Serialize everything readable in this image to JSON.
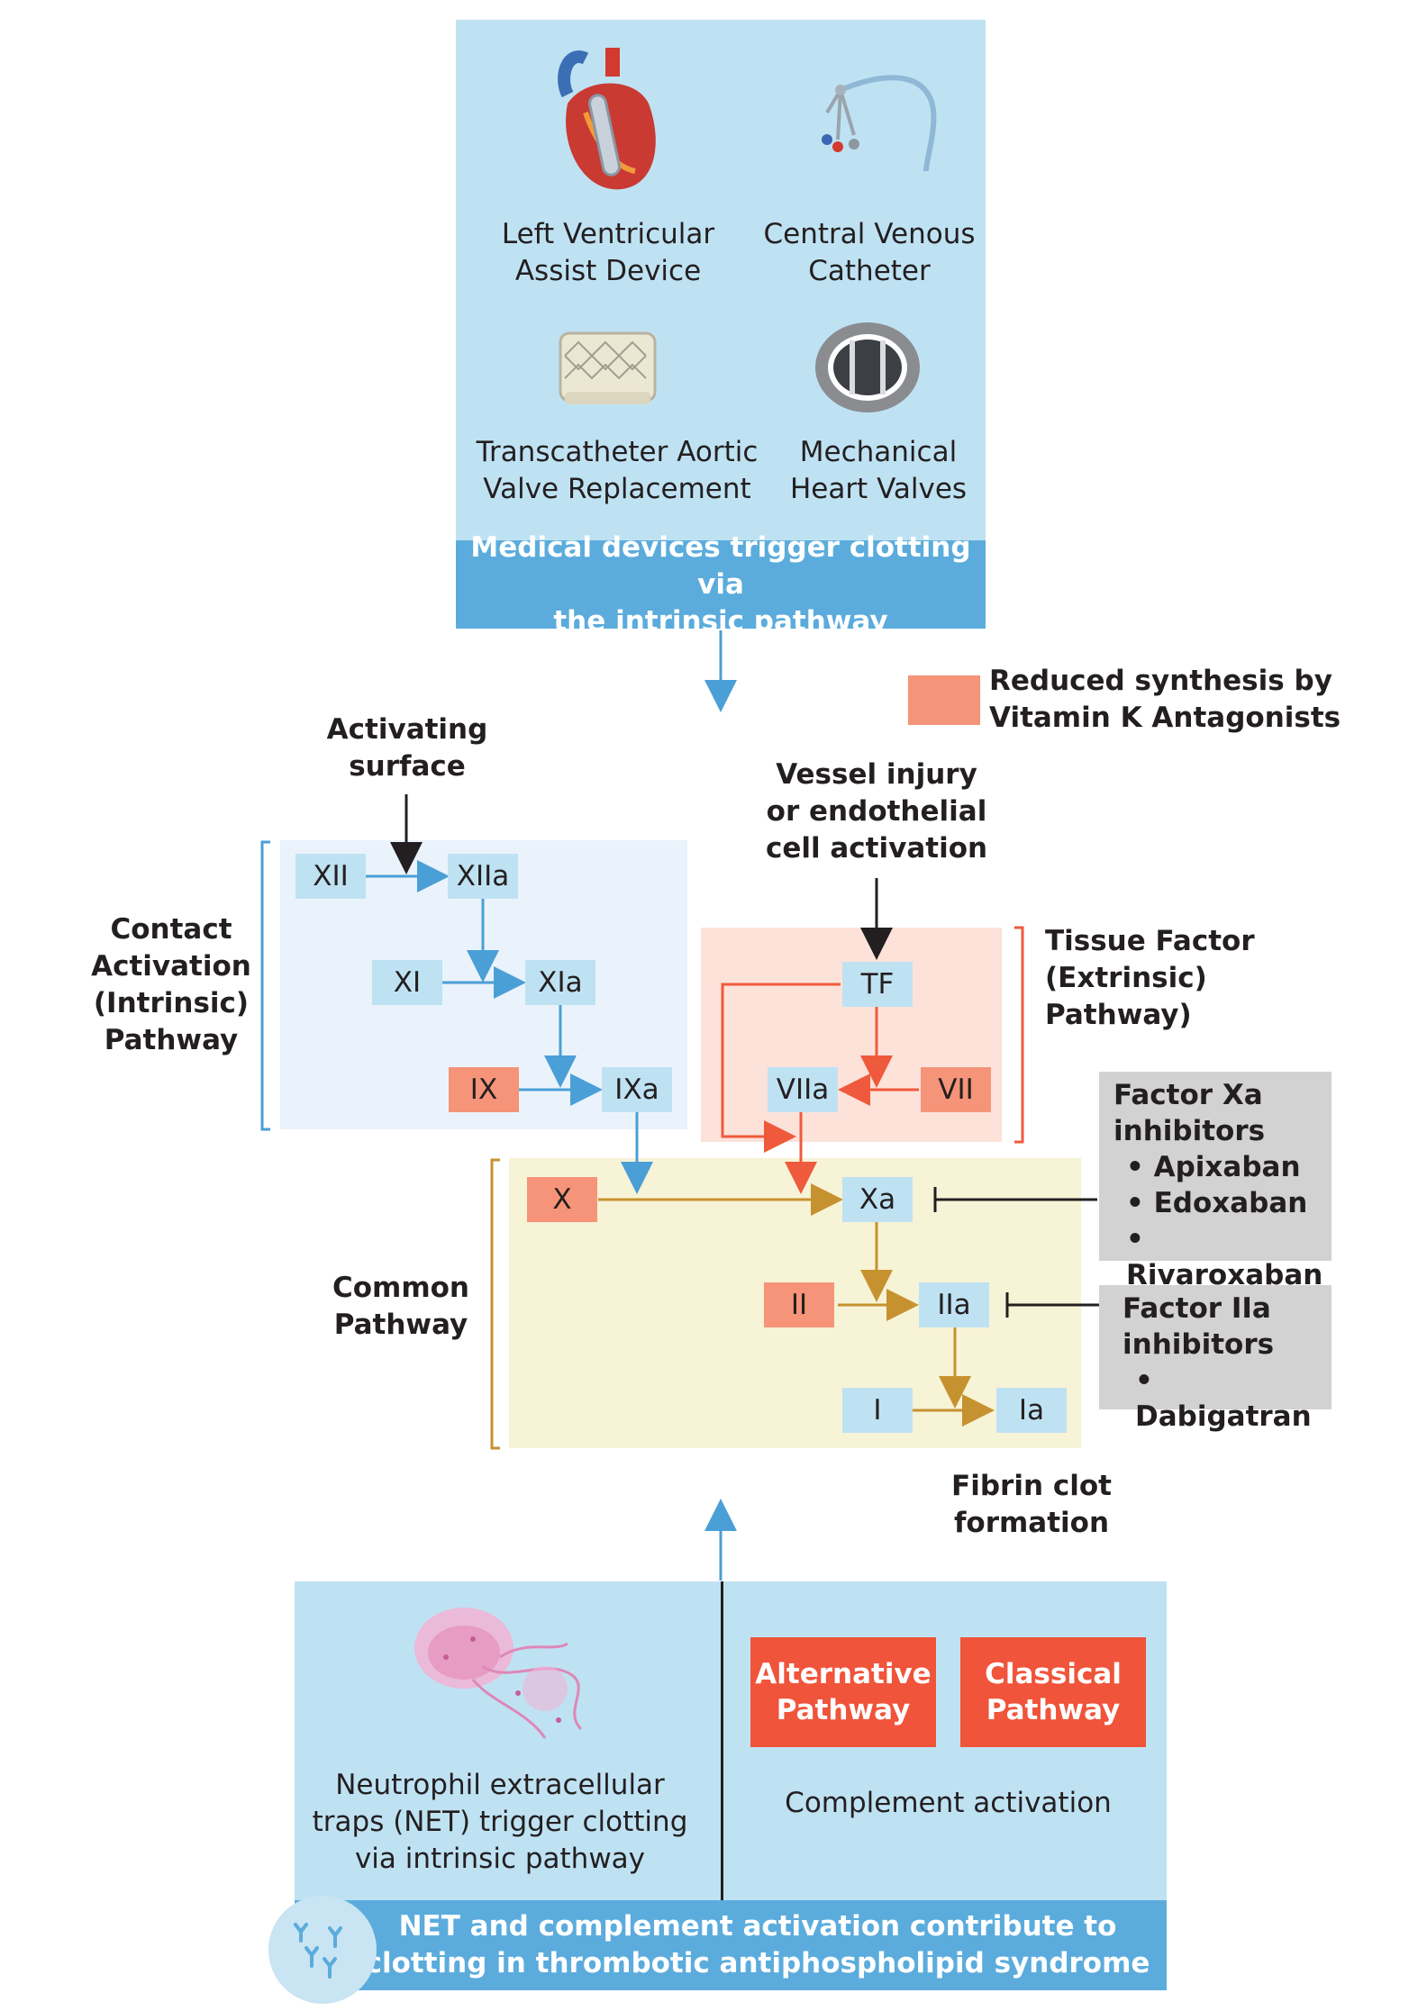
{
  "top_panel": {
    "devices": [
      {
        "label_line1": "Left Ventricular",
        "label_line2": "Assist Device",
        "icon": "lvad-heart-icon"
      },
      {
        "label_line1": "Central Venous",
        "label_line2": "Catheter",
        "icon": "catheter-icon"
      },
      {
        "label_line1": "Transcatheter Aortic",
        "label_line2": "Valve Replacement",
        "icon": "tavr-valve-icon"
      },
      {
        "label_line1": "Mechanical",
        "label_line2": "Heart Valves",
        "icon": "mechanical-valve-icon"
      }
    ],
    "banner_line1": "Medical devices trigger clotting via",
    "banner_line2": "the intrinsic pathway"
  },
  "legend": {
    "line1": "Reduced synthesis by",
    "line2": "Vitamin K Antagonists",
    "swatch_color": "#f59478"
  },
  "labels": {
    "activating_surface": [
      "Activating",
      "surface"
    ],
    "vessel_injury": [
      "Vessel injury",
      "or endothelial",
      "cell activation"
    ],
    "contact_pathway": [
      "Contact",
      "Activation",
      "(Intrinsic)",
      "Pathway"
    ],
    "tissue_factor_pathway": [
      "Tissue Factor",
      "(Extrinsic)",
      "Pathway)"
    ],
    "common_pathway": [
      "Common",
      "Pathway"
    ],
    "fibrin_clot": [
      "Fibrin clot",
      "formation"
    ]
  },
  "factors": {
    "XII": "XII",
    "XIIa": "XIIa",
    "XI": "XI",
    "XIa": "XIa",
    "IX": "IX",
    "IXa": "IXa",
    "TF": "TF",
    "VIIa": "VIIa",
    "VII": "VII",
    "X": "X",
    "Xa": "Xa",
    "II": "II",
    "IIa": "IIa",
    "I": "I",
    "Ia": "Ia"
  },
  "inhibitors": {
    "xa": {
      "title_line1": "Factor Xa",
      "title_line2": "inhibitors",
      "drugs": [
        "• Apixaban",
        "• Edoxaban",
        "• Rivaroxaban"
      ]
    },
    "iia": {
      "title_line1": "Factor IIa",
      "title_line2": "inhibitors",
      "drugs": [
        "• Dabigatran"
      ]
    }
  },
  "bottom_panel": {
    "net_text": [
      "Neutrophil extracellular",
      "traps (NET) trigger clotting",
      "via intrinsic pathway"
    ],
    "alternative_pathway": [
      "Alternative",
      "Pathway"
    ],
    "classical_pathway": [
      "Classical",
      "Pathway"
    ],
    "complement_activation": "Complement activation",
    "banner_line1": "NET and complement activation contribute to",
    "banner_line2": "clotting in thrombotic antiphospholipid syndrome",
    "icon": "antibody-icon"
  },
  "colors": {
    "intrinsic_arrow": "#4a9fd6",
    "extrinsic_arrow": "#ef5a3c",
    "common_arrow": "#c69230",
    "vka_salmon": "#f59478",
    "panel_blue": "#bfe2f3",
    "banner_blue": "#5bacdc"
  }
}
